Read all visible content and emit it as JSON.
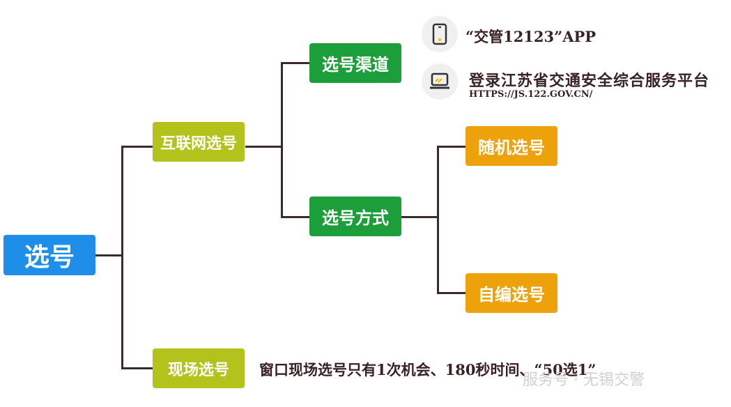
{
  "root": "选号",
  "internet": "互联网选号",
  "onsite": "现场选号",
  "channel": "选号渠道",
  "method": "选号方式",
  "random": "随机选号",
  "custom": "自编选号",
  "channels": [
    {
      "icon": "phone-icon",
      "label": "“交管12123”APP"
    },
    {
      "icon": "laptop-icon",
      "label": "登录江苏省交通安全综合服务平台",
      "url": "HTTPS://JS.122.GOV.CN/"
    }
  ],
  "onsite_note": "窗口现场选号只有1次机会、180秒时间、“50选1”",
  "watermark": "服务号 · 无锡交警",
  "colors": {
    "root": "#1f8ee8",
    "level1": "#b4c21c",
    "level2": "#1c9e3a",
    "level3": "#eda20c",
    "line": "#3a2a28"
  }
}
